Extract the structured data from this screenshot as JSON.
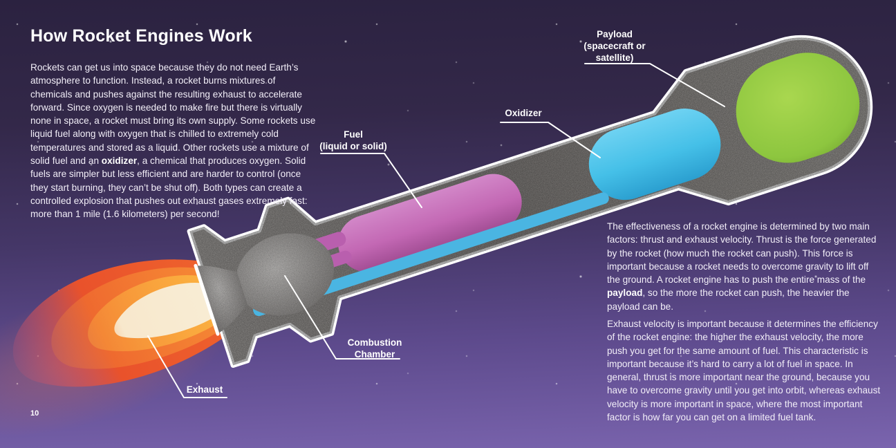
{
  "title": "How Rocket Engines Work",
  "page_number": "10",
  "intro": {
    "pre": "Rockets can get us into space because they do not need Earth’s atmosphere to function. Instead, a rocket burns mixtures of chemicals and pushes against the resulting exhaust to accelerate forward. Since oxygen is needed to make fire but there is virtually none in space, a rocket must bring its own supply. Some rockets use liquid fuel along with oxygen that is chilled to extremely cold temperatures and stored as a liquid. Other rockets use a mixture of solid fuel and an ",
    "bold": "oxidizer",
    "post": ", a chemical that produces oxygen. Solid fuels are simpler but less efficient and are harder to control (once they start burning, they can’t be shut off). Both types can create a controlled explosion that pushes out exhaust gases extremely fast: more than 1 mile (1.6 kilometers) per second!"
  },
  "columns": {
    "para1": {
      "pre": "The effectiveness of a rocket engine is determined by two main factors: thrust and exhaust velocity. Thrust is the force generated by the rocket (how much the rocket can push). This force is important because a rocket needs to overcome gravity to lift off the ground. A rocket engine has to push the entire mass of the ",
      "bold": "payload",
      "post": ", so the more the rocket can push, the heavier the payload can be."
    },
    "para2": "Exhaust velocity is important because it determines the efficiency of the rocket engine: the higher the exhaust velocity, the more push you get for the same amount of fuel. This characteristic is important because it’s hard to carry a lot of fuel in space. In general, thrust is more important near the ground, because you have to overcome gravity until you get into orbit, whereas exhaust velocity is more important in space, where the most important factor is how far you can get on a limited fuel tank."
  },
  "labels": {
    "payload": [
      "Payload",
      "(spacecraft or",
      "satellite)"
    ],
    "oxidizer": "Oxidizer",
    "fuel": [
      "Fuel",
      "(liquid or solid)"
    ],
    "combustion_chamber": [
      "Combustion",
      "Chamber"
    ],
    "exhaust": "Exhaust"
  },
  "colors": {
    "background_top": "#2b2240",
    "background_bottom": "#7a64ae",
    "payload_green": "#8dc63f",
    "payload_green_dark": "#6f9f2f",
    "oxidizer_cyan": "#45c0e8",
    "oxidizer_cyan_dark": "#2b9fd0",
    "fuel_pink": "#c368b4",
    "fuel_pink_dark": "#9e4a90",
    "pipe_blue": "#4ab5e2",
    "pipe_pink": "#b95fae",
    "body_gray": "#a3a09d",
    "flame_outer": "#e9522b",
    "flame_mid": "#f58634",
    "flame_gold": "#fbb040",
    "flame_core": "#f8ecd4",
    "outline_white": "#ffffff",
    "text": "#ffffff"
  }
}
